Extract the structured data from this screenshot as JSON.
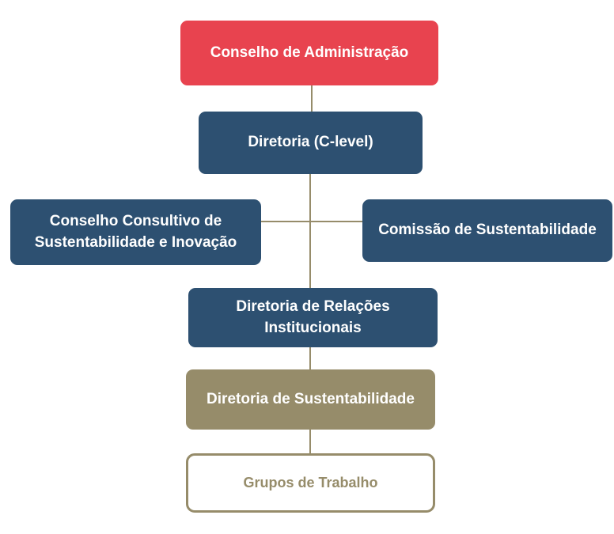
{
  "colors": {
    "connector": "#968c6a",
    "board": "#e8434f",
    "navy": "#2d5071",
    "olive": "#968c6a",
    "outline_text": "#968c6a"
  },
  "chart": {
    "nodes": {
      "board": "Conselho de Administração",
      "clevel": "Diretoria (C-level)",
      "advisory": "Conselho Consultivo de Sustentabilidade e Inovação",
      "committee": "Comissão de Sustentabilidade",
      "relations": "Diretoria de Relações Institucionais",
      "sustainability": "Diretoria de Sustentabilidade",
      "working_groups": "Grupos de Trabalho"
    }
  }
}
